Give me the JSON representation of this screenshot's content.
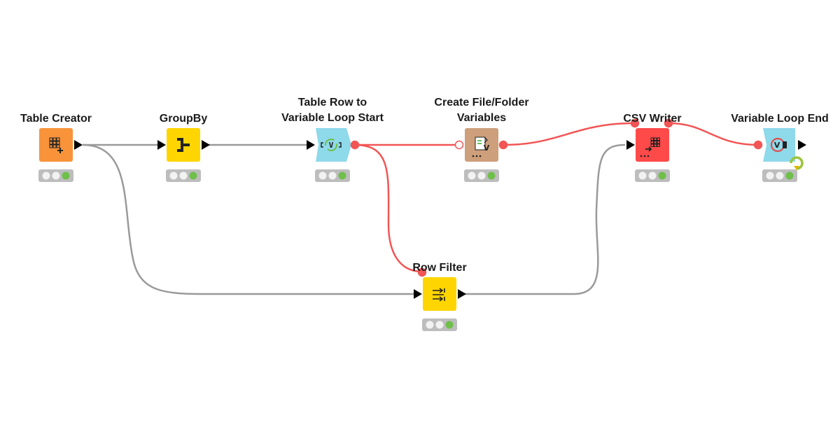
{
  "workflow": {
    "nodes": [
      {
        "id": "table-creator",
        "title_lines": [
          "Table Creator"
        ],
        "color": "#F8933A",
        "icon": "table-plus-icon",
        "status": [
          "idle",
          "idle",
          "executed"
        ]
      },
      {
        "id": "groupby",
        "title_lines": [
          "GroupBy"
        ],
        "color": "#FFD500",
        "icon": "groupby-icon",
        "status": [
          "idle",
          "idle",
          "executed"
        ]
      },
      {
        "id": "loop-start",
        "title_lines": [
          "Table Row to",
          "Variable Loop Start"
        ],
        "color": "#8ED9EA",
        "icon": "loop-start-icon",
        "status": [
          "idle",
          "idle",
          "executed"
        ]
      },
      {
        "id": "create-file",
        "title_lines": [
          "Create File/Folder",
          "Variables"
        ],
        "color": "#CD9F7B",
        "icon": "file-variables-icon",
        "status": [
          "idle",
          "idle",
          "executed"
        ]
      },
      {
        "id": "csv-writer",
        "title_lines": [
          "CSV Writer"
        ],
        "color": "#FF4A4A",
        "icon": "csv-writer-icon",
        "status": [
          "idle",
          "idle",
          "executed"
        ]
      },
      {
        "id": "loop-end",
        "title_lines": [
          "Variable Loop End"
        ],
        "color": "#8ED9EA",
        "icon": "loop-end-icon",
        "status": [
          "idle",
          "idle",
          "executed"
        ]
      },
      {
        "id": "row-filter",
        "title_lines": [
          "Row Filter"
        ],
        "color": "#FFD500",
        "icon": "row-filter-icon",
        "status": [
          "idle",
          "idle",
          "executed"
        ]
      }
    ],
    "connections": [
      {
        "from": "table-creator",
        "to": "groupby",
        "type": "data"
      },
      {
        "from": "groupby",
        "to": "loop-start",
        "type": "data"
      },
      {
        "from": "loop-start",
        "to": "create-file",
        "type": "flow-variable"
      },
      {
        "from": "create-file",
        "to": "csv-writer",
        "type": "flow-variable"
      },
      {
        "from": "csv-writer",
        "to": "loop-end",
        "type": "flow-variable"
      },
      {
        "from": "loop-start",
        "to": "row-filter",
        "type": "flow-variable"
      },
      {
        "from": "table-creator",
        "to": "row-filter",
        "type": "data"
      },
      {
        "from": "row-filter",
        "to": "csv-writer",
        "type": "data"
      }
    ],
    "colors": {
      "data_line": "#9A9A9A",
      "flow_line": "#F25555",
      "port_black": "#000000",
      "status_green": "#6FBF4A"
    }
  }
}
